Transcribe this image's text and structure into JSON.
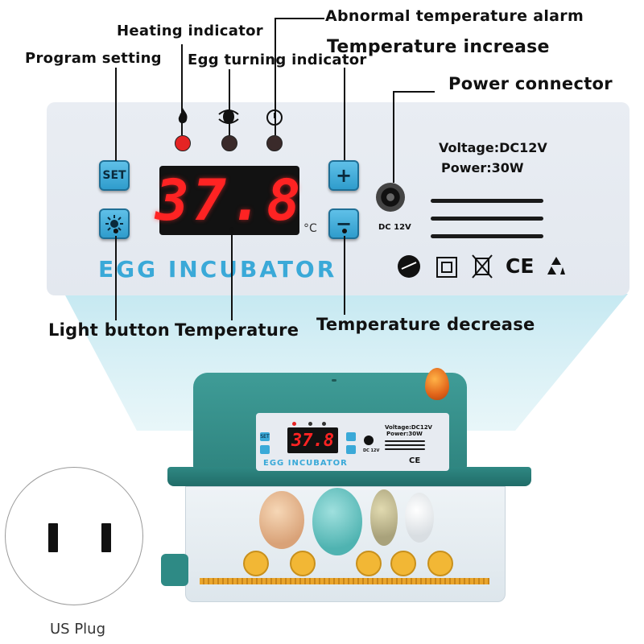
{
  "callouts": {
    "abnormal_alarm": "Abnormal temperature alarm",
    "heating": "Heating indicator",
    "temp_increase": "Temperature increase",
    "program_setting": "Program setting",
    "egg_turning": "Egg turning indicator",
    "power_connector": "Power connector",
    "light_button": "Light button",
    "temperature": "Temperature",
    "temp_decrease": "Temperature decrease"
  },
  "panel": {
    "set_label": "SET",
    "display_value": "37.8",
    "unit": "°C",
    "brand": "EGG INCUBATOR",
    "voltage": "Voltage:DC12V",
    "power": "Power:30W",
    "dc_label": "DC 12V",
    "plus": "+",
    "minus": "−",
    "cert_ce": "CE"
  },
  "mini_panel": {
    "display_value": "37.8",
    "brand": "EGG INCUBATOR",
    "voltage": "Voltage:DC12V",
    "power": "Power:30W",
    "dc_label": "DC 12V",
    "set_label": "SET",
    "cert_ce": "CE"
  },
  "plug": {
    "label": "US Plug"
  },
  "colors": {
    "accent_blue": "#3aa9d8",
    "teal": "#2f8580",
    "led_red": "#e52424",
    "display_red": "#ff2323"
  }
}
